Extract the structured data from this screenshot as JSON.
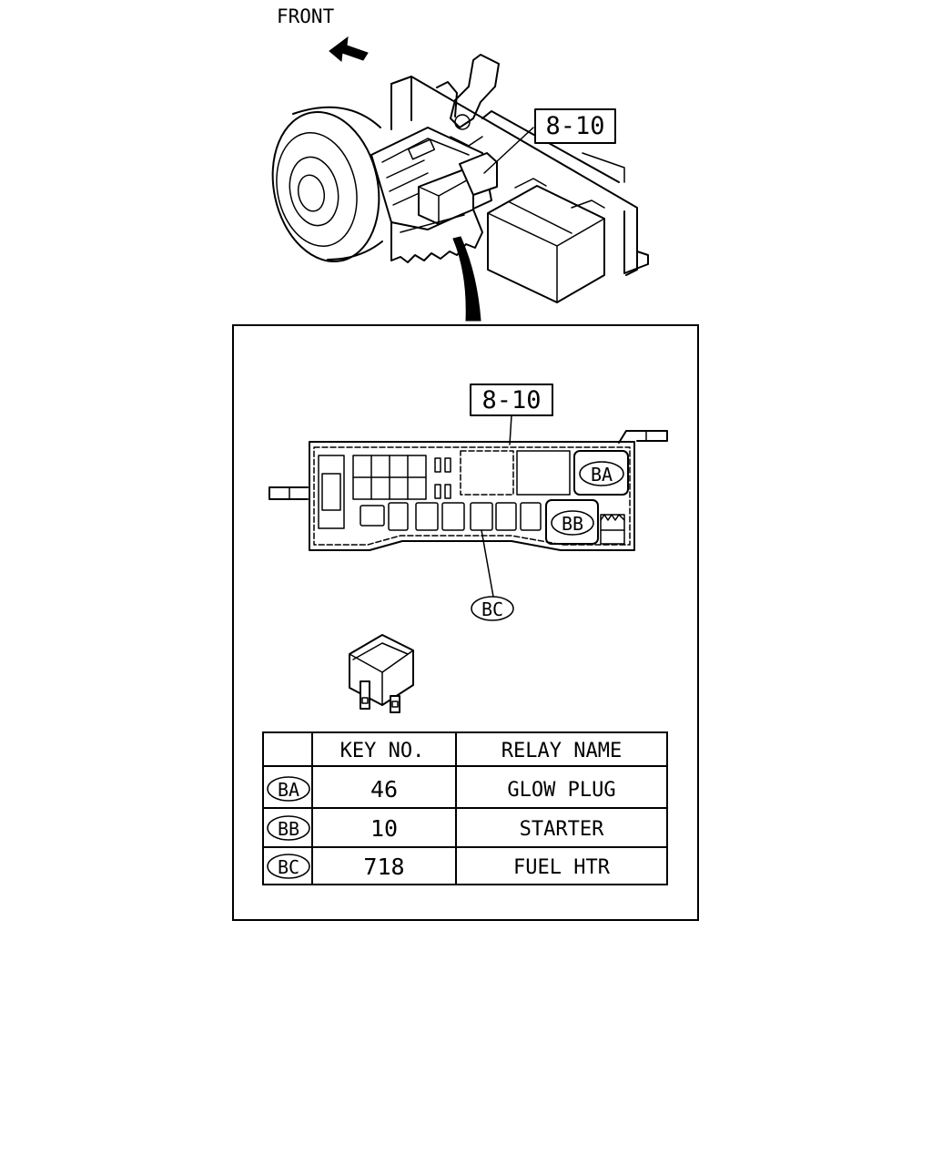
{
  "direction_label": "FRONT",
  "location_callout": "8-10",
  "detail_callout": "8-10",
  "relay_markers": {
    "ba": "BA",
    "bb": "BB",
    "bc": "BC"
  },
  "relay_table": {
    "headers": [
      "",
      "KEY NO.",
      "RELAY NAME"
    ],
    "rows": [
      {
        "code": "BA",
        "key_no": "46",
        "relay_name": "GLOW PLUG"
      },
      {
        "code": "BB",
        "key_no": "10",
        "relay_name": "STARTER"
      },
      {
        "code": "BC",
        "key_no": "718",
        "relay_name": "FUEL HTR"
      }
    ]
  }
}
